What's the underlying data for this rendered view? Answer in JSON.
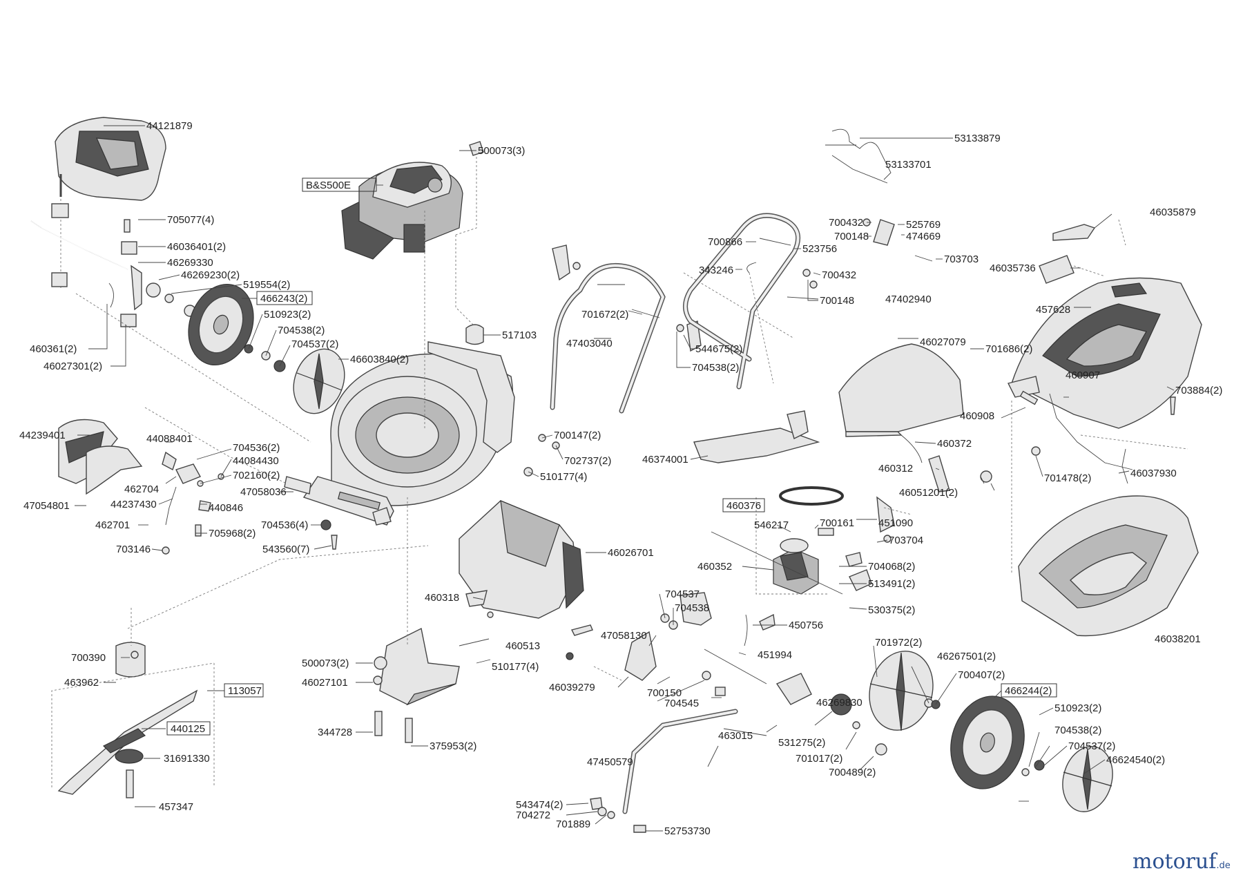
{
  "diagram": {
    "labels": [
      "44121879",
      "705077(4)",
      "46036401(2)",
      "46269330",
      "46269230(2)",
      "519554(2)",
      "466243(2)",
      "510923(2)",
      "704538(2)",
      "704537(2)",
      "46603840(2)",
      "460361(2)",
      "46027301(2)",
      "500073(3)",
      "B&S500E",
      "517103",
      "700147(2)",
      "702737(2)",
      "510177(4)",
      "44239401",
      "44088401",
      "704536(2)",
      "44084430",
      "702160(2)",
      "462704",
      "44237430",
      "440846",
      "47054801",
      "462701",
      "705968(2)",
      "703146",
      "47058036",
      "704536(4)",
      "543560(7)",
      "53133879",
      "53133701",
      "700432",
      "525769",
      "700148",
      "474669",
      "700866",
      "523756",
      "703703",
      "343246",
      "700432",
      "700148",
      "47402940",
      "701672(2)",
      "47403040",
      "544675(2)",
      "704538(2)",
      "46035879",
      "46035736",
      "457628",
      "46027079",
      "701686(2)",
      "460907",
      "703884(2)",
      "460908",
      "46374001",
      "460372",
      "460312",
      "46051201(2)",
      "701478(2)",
      "46037930",
      "460376",
      "546217",
      "700161",
      "451090",
      "703704",
      "460352",
      "704068(2)",
      "513491(2)",
      "530375(2)",
      "450756",
      "451994",
      "46026701",
      "460318",
      "460513",
      "510177(4)",
      "46038201",
      "704537",
      "704538",
      "47058130",
      "700150",
      "704545",
      "46039279",
      "701972(2)",
      "46267501(2)",
      "700407(2)",
      "466244(2)",
      "46269830",
      "510923(2)",
      "704538(2)",
      "704537(2)",
      "46624540(2)",
      "463015",
      "531275(2)",
      "701017(2)",
      "700489(2)",
      "47450579",
      "543474(2)",
      "704272",
      "701889",
      "52753730",
      "700390",
      "463962",
      "113057",
      "440125",
      "31691330",
      "457347",
      "500073(2)",
      "46027101",
      "344728",
      "375953(2)"
    ]
  },
  "watermark": {
    "main": "motoruf",
    "suffix": ".de"
  }
}
